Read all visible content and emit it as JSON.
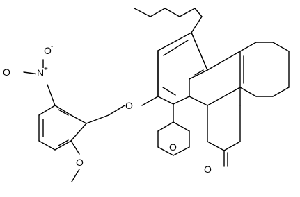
{
  "structure": {
    "atoms": {
      "nitro_o_top": {
        "label": "O",
        "charge": "-"
      },
      "nitro_n": {
        "label": "N",
        "charge": "+"
      },
      "nitro_o_left": {
        "label": "O"
      },
      "ether_o": {
        "label": "O"
      },
      "ring_o": {
        "label": "O"
      },
      "carbonyl_o": {
        "label": "O"
      },
      "methoxy_o": {
        "label": "O"
      }
    }
  }
}
